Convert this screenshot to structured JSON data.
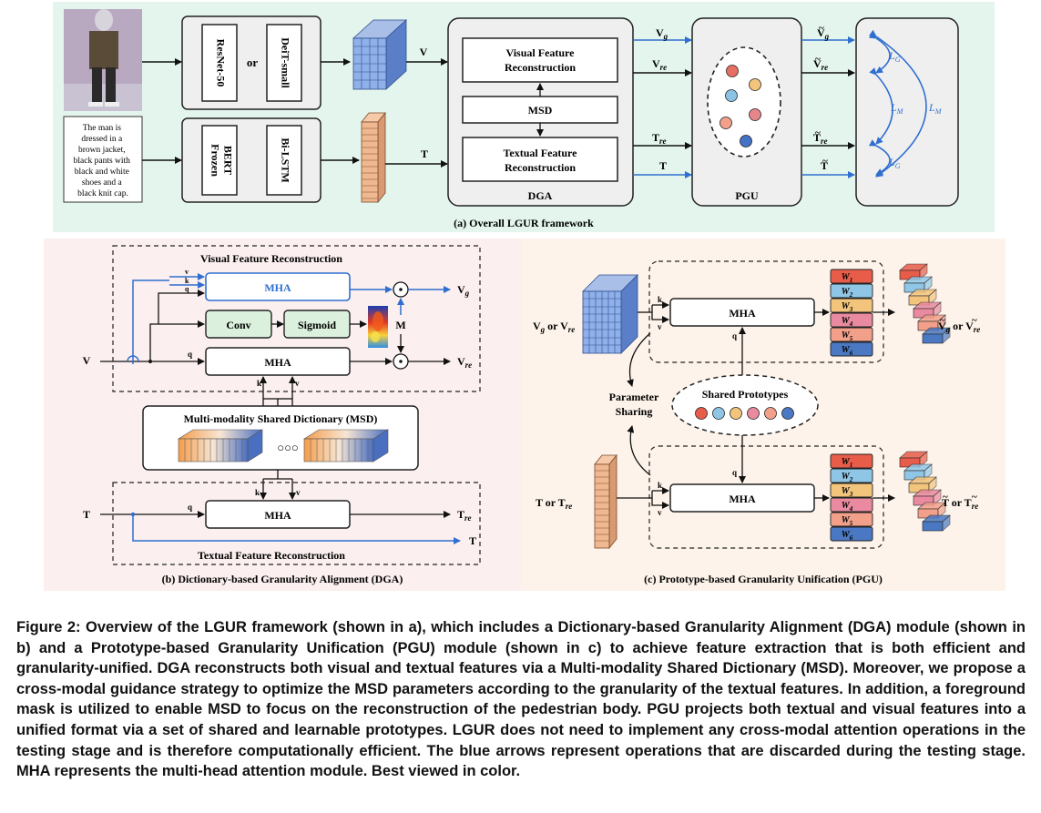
{
  "panel_a": {
    "caption": "(a) Overall LGUR framework",
    "or": "or",
    "resnet": "ResNet-50",
    "deit": "DeiT-small",
    "frozen": "Frozen",
    "bert": "BERT",
    "bilstm": "Bi-LSTM",
    "v": "V",
    "t": "T",
    "text_lines": [
      "The man is",
      "dressed in a",
      "brown jacket,",
      "black pants with",
      "black and white",
      "shoes and a",
      "black knit cap."
    ],
    "vfr_1": "Visual Feature",
    "vfr_2": "Reconstruction",
    "msd": "MSD",
    "tfr_1": "Textual Feature",
    "tfr_2": "Reconstruction",
    "dga": "DGA",
    "pgu": "PGU",
    "lg": "L",
    "lg_sub": "G",
    "lm_sub": "M",
    "colors": {
      "red": "#e76f61",
      "blue": "#4472c4",
      "yellow": "#f3c47b",
      "lightblue": "#8cc3e4",
      "pink": "#e4868c",
      "arrow": "#2f6fd0"
    }
  },
  "panel_b": {
    "caption": "(b) Dictionary-based Granularity Alignment (DGA)",
    "vfr_title": "Visual Feature Reconstruction",
    "tfr_title": "Textual Feature Reconstruction",
    "msd_title": "Multi-modality Shared Dictionary (MSD)",
    "mha": "MHA",
    "conv": "Conv",
    "sigmoid": "Sigmoid",
    "m": "M",
    "v": "V",
    "t": "T",
    "q": "q",
    "k": "k",
    "vv": "v",
    "dots": "○○○",
    "odot": "⊙",
    "out_vg": "V",
    "out_vg_sub": "g",
    "out_vre": "V",
    "out_vre_sub": "re",
    "out_tre": "T",
    "out_tre_sub": "re",
    "out_t": "T"
  },
  "panel_c": {
    "caption": "(c) Prototype-based Granularity Unification (PGU)",
    "mha": "MHA",
    "shared_prototypes": "Shared Prototypes",
    "parameter": "Parameter",
    "sharing": "Sharing",
    "in_v": "V",
    "in_v_or": "or V",
    "in_t": "T or T",
    "w": "W",
    "w_subs": [
      "1",
      "2",
      "3",
      "4",
      "5",
      "6"
    ],
    "w_colors": [
      "#e85c4a",
      "#8fc6e6",
      "#f3c47b",
      "#e98aa0",
      "#f3a08b",
      "#4a78c2"
    ],
    "q": "q",
    "k": "k",
    "vv": "v",
    "re": "re",
    "g": "g",
    "or": "or"
  },
  "caption": "Figure 2: Overview of the LGUR framework (shown in a), which includes a Dictionary-based Granularity Alignment (DGA) module (shown in b) and a Prototype-based Granularity Unification (PGU) module (shown in c) to achieve feature extraction that is both efficient and granularity-unified. DGA reconstructs both visual and textual features via a Multi-modality Shared Dictionary (MSD). Moreover, we propose a cross-modal guidance strategy to optimize the MSD parameters according to the granularity of the textual features. In addition, a foreground mask is utilized to enable MSD to focus on the reconstruction of the pedestrian body. PGU projects both textual and visual features into a unified format via a set of shared and learnable prototypes. LGUR does not need to implement any cross-modal attention operations in the testing stage and is therefore computationally efficient. The blue arrows represent operations that are discarded during the testing stage. MHA represents the multi-head attention module. Best viewed in color."
}
